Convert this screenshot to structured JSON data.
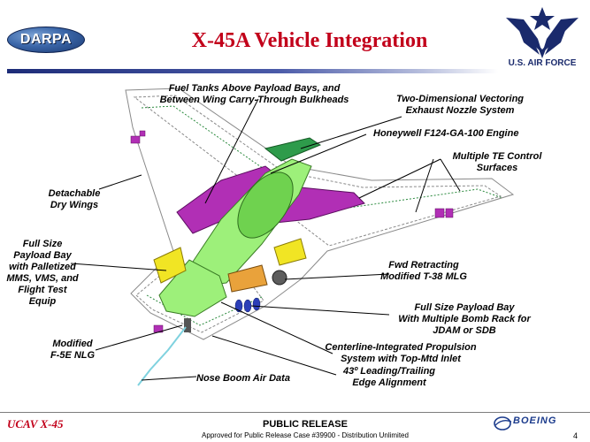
{
  "header": {
    "darpa_logo_text": "DARPA",
    "title": "X-45A Vehicle Integration",
    "usaf_logo_text": "U.S. AIR FORCE"
  },
  "callouts": {
    "fuel_tanks": [
      "Fuel Tanks Above Payload Bays, and",
      "Between Wing Carry-Through Bulkheads"
    ],
    "exhaust_nozzle": [
      "Two-Dimensional Vectoring",
      "Exhaust Nozzle System"
    ],
    "engine": [
      "Honeywell F124-GA-100 Engine"
    ],
    "te_control": [
      "Multiple TE Control",
      "Surfaces"
    ],
    "dry_wings": [
      "Detachable",
      "Dry Wings"
    ],
    "payload_bay_left": [
      "Full Size",
      "Payload Bay",
      "with Palletized",
      "MMS, VMS, and",
      "Flight Test",
      "Equip"
    ],
    "mlg": [
      "Fwd Retracting",
      "Modified T-38 MLG"
    ],
    "payload_bay_right": [
      "Full Size Payload Bay",
      "With Multiple Bomb Rack for",
      "JDAM or SDB"
    ],
    "nlg": [
      "Modified",
      "F-5E NLG"
    ],
    "propulsion": [
      "Centerline-Integrated Propulsion",
      "System with Top-Mtd Inlet"
    ],
    "nose_boom": [
      "Nose Boom Air Data"
    ],
    "leading_edge": [
      "43º Leading/Trailing",
      "Edge Alignment"
    ]
  },
  "footer": {
    "program": "UCAV X-45",
    "release_title": "PUBLIC RELEASE",
    "release_note": "Approved for Public Release Case #39900  - Distribution Unlimited",
    "company": "BOEING",
    "page_number": "4"
  },
  "colors": {
    "title_red": "#c2001a",
    "navy": "#1d2c78",
    "magenta_parts": "#b12fb5",
    "engine_green": "#9df07a",
    "payload_yellow": "#f1e524",
    "boeing_blue": "#1b3b8c"
  }
}
